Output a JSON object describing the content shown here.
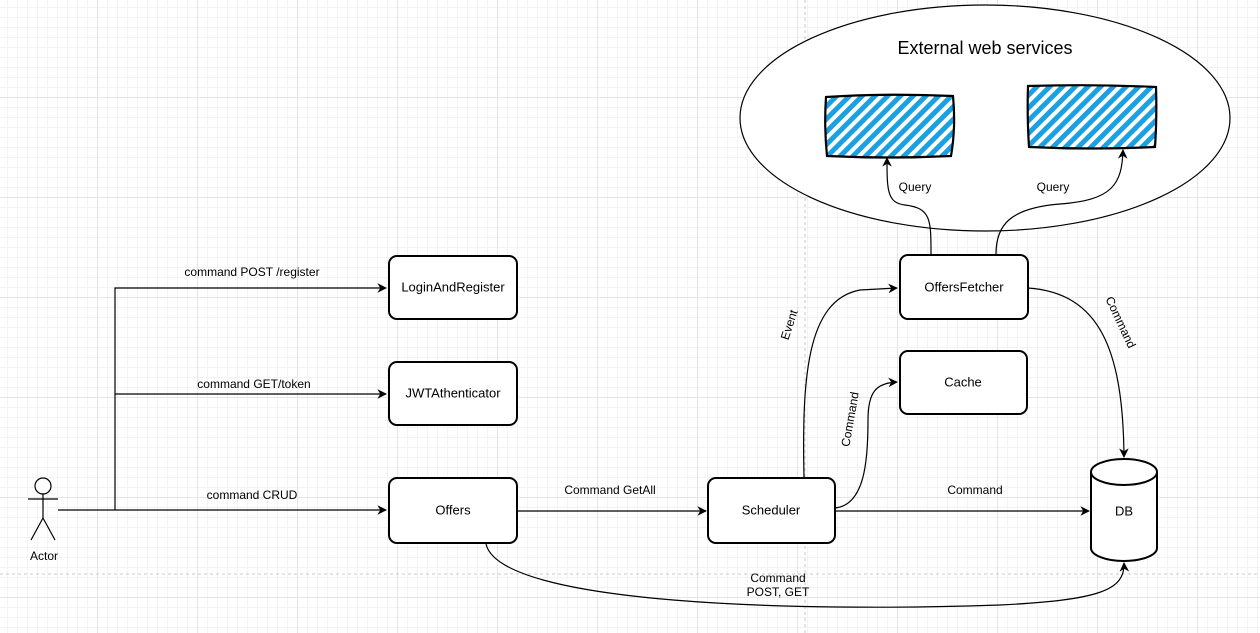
{
  "colors": {
    "hatch": "#1ba1e2",
    "stroke": "#000000",
    "background": "#ffffff"
  },
  "actor": {
    "label": "Actor"
  },
  "cloud": {
    "title": "External web services"
  },
  "nodes": {
    "login": "LoginAndRegister",
    "jwt": "JWTAthenticator",
    "offers": "Offers",
    "scheduler": "Scheduler",
    "fetcher": "OffersFetcher",
    "cache": "Cache",
    "db": "DB"
  },
  "edges": {
    "register": "command POST /register",
    "token": "command GET/token",
    "crud": "command CRUD",
    "getall": "Command GetAll",
    "event": "Event",
    "cache_cmd": "Command",
    "db_cmd": "Command",
    "fetcher_db": "Command",
    "query_left": "Query",
    "query_right": "Query",
    "offers_db_line1": "Command",
    "offers_db_line2": "POST, GET"
  }
}
